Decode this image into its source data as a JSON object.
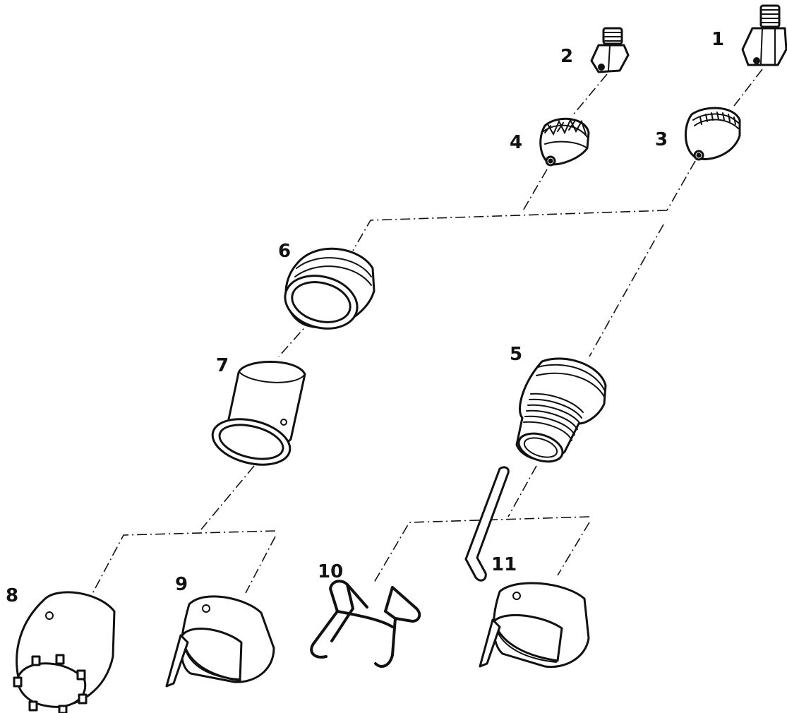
{
  "callouts": {
    "p1": "1",
    "p2": "2",
    "p3": "3",
    "p4": "4",
    "p5": "5",
    "p6": "6",
    "p7": "7",
    "p8": "8",
    "p9": "9",
    "p10": "10",
    "p11": "11"
  },
  "colors": {
    "line": "#111111",
    "background": "#ffffff"
  }
}
